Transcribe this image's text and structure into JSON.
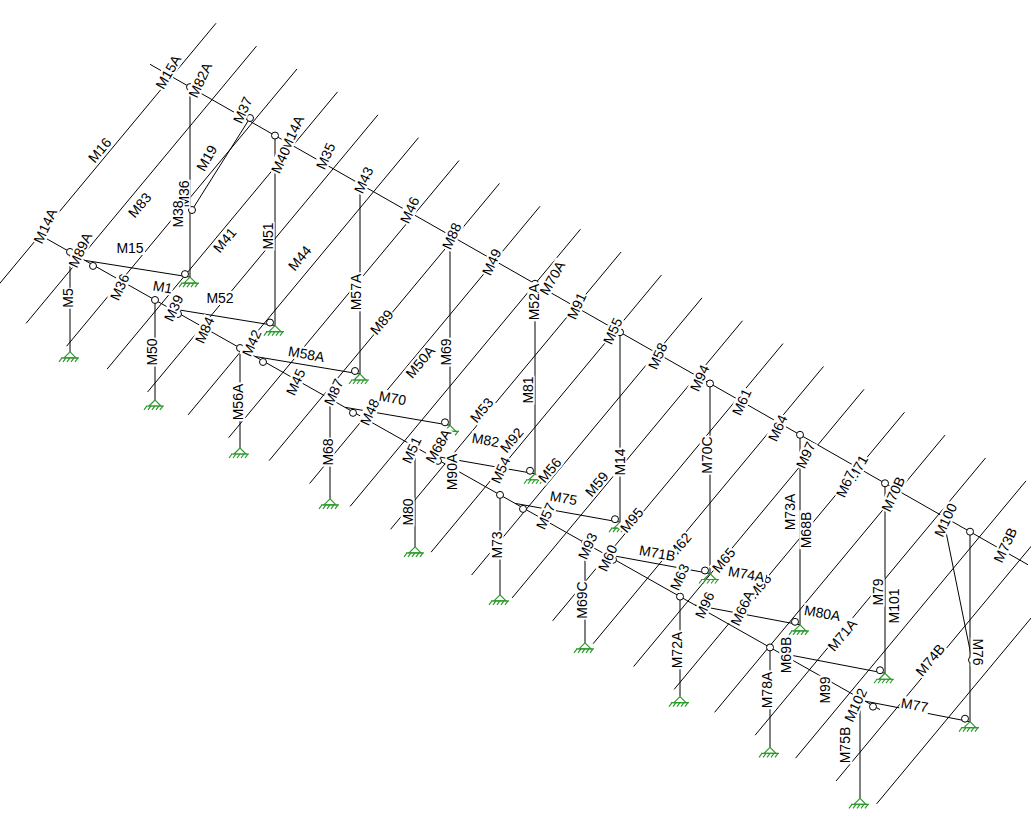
{
  "diagram": {
    "labels": [
      "M16",
      "M83",
      "M15A",
      "M82A",
      "M37",
      "M19",
      "M36",
      "M38",
      "M14A",
      "M40",
      "M41",
      "M35",
      "M43",
      "M46",
      "M88",
      "M49",
      "M52A",
      "M70A",
      "M91",
      "M55",
      "M58",
      "M94",
      "M61",
      "M64",
      "M97",
      "M71",
      "M67",
      "M70B",
      "M100",
      "M73B",
      "M44",
      "M51",
      "M57A",
      "M89",
      "M50A",
      "M69",
      "M53",
      "M81",
      "M92",
      "M56",
      "M59",
      "M14",
      "M95",
      "M62",
      "M70C",
      "M65",
      "M98",
      "M73A",
      "M68B",
      "M71A",
      "M79",
      "M101",
      "M74B",
      "M76",
      "M14A",
      "M89A",
      "M5",
      "M15",
      "M36",
      "M1",
      "M39",
      "M50",
      "M84",
      "M52",
      "M42",
      "M56A",
      "M58A",
      "M45",
      "M87",
      "M68",
      "M48",
      "M70",
      "M51",
      "M68A",
      "M90A",
      "M80",
      "M82",
      "M54",
      "M73",
      "M75",
      "M57",
      "M69C",
      "M93",
      "M60",
      "M71B",
      "M63",
      "M72A",
      "M96",
      "M74A",
      "M66A",
      "M78A",
      "M69B",
      "M80A",
      "M99",
      "M102",
      "M75B",
      "M77"
    ]
  }
}
